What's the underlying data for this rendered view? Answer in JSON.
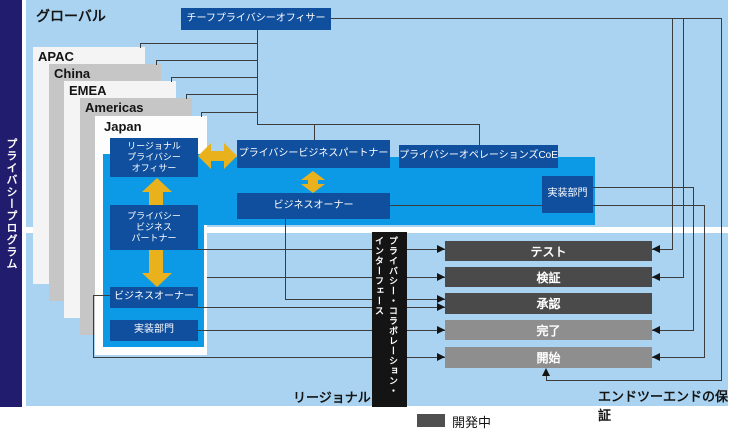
{
  "program_bar": {
    "label": "プライバシープログラム"
  },
  "regions": {
    "global_label": "グローバル",
    "regional_label": "リージョナル",
    "e2e_label": "エンドツーエンドの保証"
  },
  "chief": {
    "label": "チーフプライバシーオフィサー"
  },
  "panels": [
    {
      "label": "APAC"
    },
    {
      "label": "China"
    },
    {
      "label": "EMEA"
    },
    {
      "label": "Americas"
    },
    {
      "label": "Japan"
    }
  ],
  "japan_org": {
    "rpo_lines": [
      "リージョナル",
      "プライバシー",
      "オフィサー"
    ],
    "pbp_lines": [
      "プライバシー",
      "ビジネス",
      "パートナー"
    ],
    "business_owner": "ビジネスオーナー",
    "implementation": "実装部門"
  },
  "global_org": {
    "privacy_business_partner": "プライバシービジネスパートナー",
    "privacy_operations_coe": "プライバシーオペレーションズCoE",
    "business_owner": "ビジネスオーナー",
    "implementation": "実装部門"
  },
  "collab_bar": {
    "line1": "プライバシー・コラボレーション・",
    "line2": "インターフェース"
  },
  "flow": {
    "items": [
      {
        "label": "テスト",
        "status": "dev"
      },
      {
        "label": "検証",
        "status": "dev"
      },
      {
        "label": "承認",
        "status": "dev"
      },
      {
        "label": "完了",
        "status": "live"
      },
      {
        "label": "開始",
        "status": "live"
      }
    ]
  },
  "legend": {
    "label": "開発中"
  },
  "colors": {
    "navy": "#211c6e",
    "light_blue": "#a9d3f1",
    "band_blue": "#0c99e6",
    "box_blue": "#0f4f9e",
    "arrow_yellow": "#e9b11c",
    "dev_gray": "#4a4a4a",
    "live_gray": "#8e8e8e",
    "line": "#3c3c3c"
  }
}
